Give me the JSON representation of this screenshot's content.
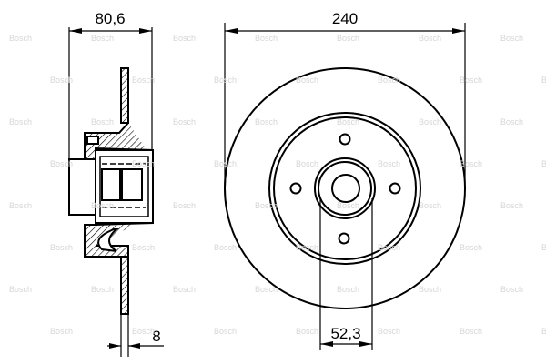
{
  "drawing": {
    "dimensions": {
      "hub_width": "80,6",
      "disc_thickness": "8",
      "disc_diameter": "240",
      "center_bore": "52,3"
    },
    "watermark": "Bosch",
    "bolt_holes": 4
  }
}
